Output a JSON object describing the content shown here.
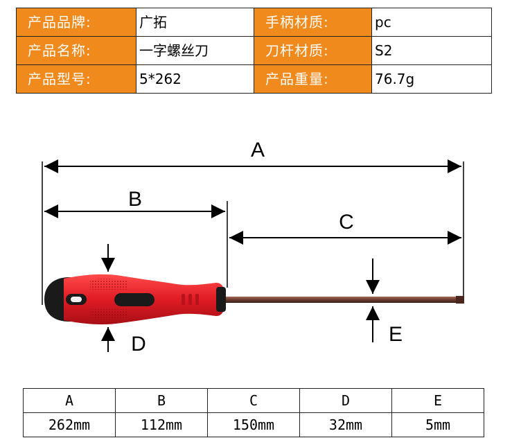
{
  "spec_rows": [
    {
      "label1": "产品品牌:",
      "value1": "广拓",
      "label2": "手柄材质:",
      "value2": "pc"
    },
    {
      "label1": "产品名称:",
      "value1": "一字螺丝刀",
      "label2": "刀杆材质:",
      "value2": "S2"
    },
    {
      "label1": "产品型号:",
      "value1": "5*262",
      "label2": "产品重量:",
      "value2": "76.7g"
    }
  ],
  "colors": {
    "label_bg": "#f08a1c",
    "handle_red": "#e01b24",
    "grip_black": "#1a1a1a",
    "shaft": "#6b3a2e"
  },
  "diagram": {
    "A": "A",
    "B": "B",
    "C": "C",
    "D": "D",
    "E": "E"
  },
  "dims": {
    "headers": [
      "A",
      "B",
      "C",
      "D",
      "E"
    ],
    "values": [
      "262mm",
      "112mm",
      "150mm",
      "32mm",
      "5mm"
    ]
  }
}
